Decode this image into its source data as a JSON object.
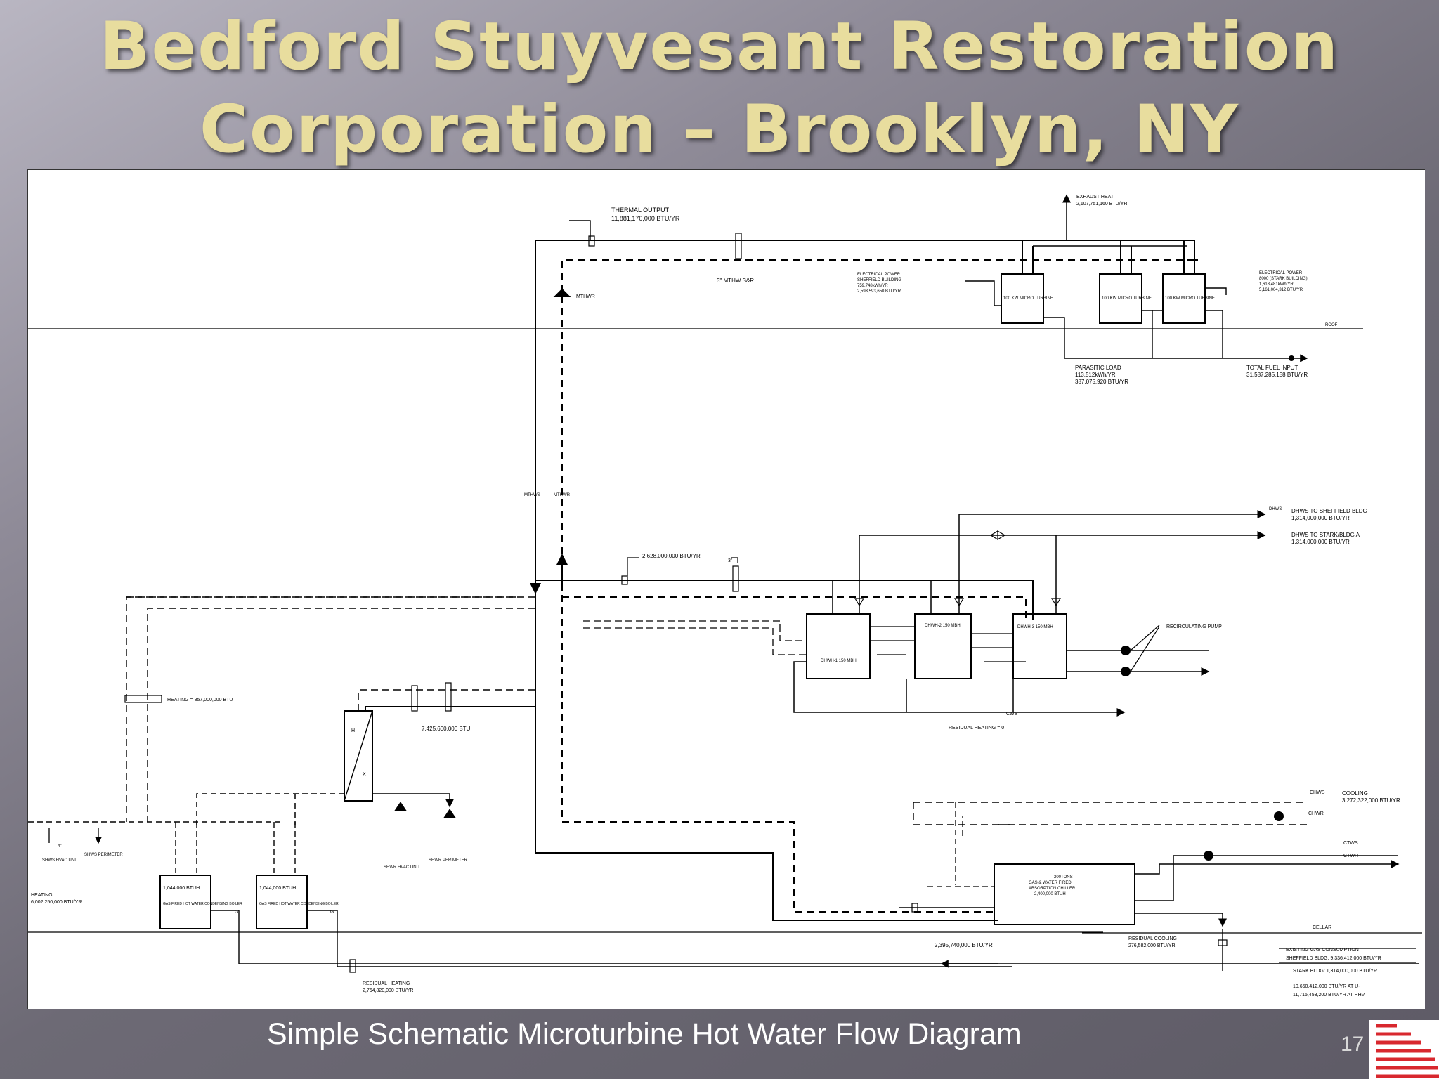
{
  "slide": {
    "title_line1": "Bedford Stuyvesant Restoration",
    "title_line2": "Corporation – Brooklyn, NY",
    "caption": "Simple Schematic Microturbine Hot Water Flow Diagram",
    "page_number": "17"
  },
  "diagram": {
    "thermal_output": "THERMAL OUTPUT",
    "thermal_output_value": "11,881,170,000 BTU/YR",
    "exhaust_heat": "EXHAUST HEAT",
    "exhaust_heat_value": "2,107,751,160 BTU/YR",
    "mthw_label": "3\" MTHW S&R",
    "mthwr": "MTHWR",
    "elec_sheffield_1": "ELECTRICAL POWER",
    "elec_sheffield_2": "SHEFFIELD BUILDING",
    "elec_sheffield_3": "759,748kWh/YR",
    "elec_sheffield_4": "2,593,593,650 BTU/YR",
    "elec_stark_1": "ELECTRICAL POWER",
    "elec_stark_2": "8000 (STARK BUILDING)",
    "elec_stark_3": "1,618,481kWh/YR",
    "elec_stark_4": "5,161,004,312 BTU/YR",
    "roof": "ROOF",
    "parasitic_1": "PARASITIC LOAD",
    "parasitic_2": "113,512kWh/YR",
    "parasitic_3": "387,075,920 BTU/YR",
    "fuel_1": "TOTAL FUEL INPUT",
    "fuel_2": "31,587,285,158 BTU/YR",
    "turbine_1": "100 KW MICRO TURBINE",
    "turbine_2": "100 KW MICRO TURBINE",
    "turbine_3": "100 KW MICRO TURBINE",
    "mthws": "MTHWS",
    "mthwr2": "MTHWR",
    "dhws": "DHWS",
    "dhws_sheffield_1": "DHWS TO SHEFFIELD BLDG",
    "dhws_sheffield_2": "1,314,000,000 BTU/YR",
    "dhws_stark_1": "DHWS TO STARK/BLDG A",
    "dhws_stark_2": "1,314,000,000 BTU/YR",
    "flow_2628": "2,628,000,000 BTU/YR",
    "three_in": "3\"",
    "dhwh_1": "DHWH-1 150 MBH",
    "dhwh_2": "DHWH-2 150 MBH",
    "dhwh_3": "DHWH-3 150 MBH",
    "recirc_pump": "RECIRCULATING PUMP",
    "cws": "CWS",
    "residual_heating_0": "RESIDUAL HEATING = 0",
    "heating_857": "HEATING = 857,000,000 BTU",
    "hx_h": "H",
    "hx_x": "X",
    "flow_7425": "7,425,600,000 BTU",
    "shws_hvac": "SHWS HVAC UNIT",
    "shws_perimeter": "SHWS PERIMETER",
    "shwr_hvac": "SHWR HVAC UNIT",
    "shwr_perimeter": "SHWR PERIMETER",
    "four_in": "4\"",
    "heating_total_1": "HEATING",
    "heating_total_2": "6,002,250,000 BTU/YR",
    "boiler_1_rating": "1,044,000 BTUH",
    "boiler_1_name": "GAS FIRED HOT WATER CONDENSING BOILER",
    "boiler_2_rating": "1,044,000 BTUH",
    "boiler_2_name": "GAS FIRED HOT WATER CONDENSING BOILER",
    "residual_heating_1": "RESIDUAL HEATING",
    "residual_heating_2": "2,764,820,000 BTU/YR",
    "chws": "CHWS",
    "chwr": "CHWR",
    "cooling_1": "COOLING",
    "cooling_2": "3,272,322,000 BTU/YR",
    "ctws": "CTWS",
    "ctwr": "CTWR",
    "chiller_1": "200TONS",
    "chiller_2": "GAS & WATER FIRED",
    "chiller_3": "ABSORPTION CHILLER",
    "chiller_4": "2,400,000 BTUH",
    "cellar": "CELLAR",
    "flow_2395": "2,395,740,000 BTU/YR",
    "residual_cooling_1": "RESIDUAL COOLING",
    "residual_cooling_2": "276,582,000 BTU/YR",
    "existing_gas_1": "EXISTING GAS CONSUMPTION",
    "existing_gas_2": "SHEFFIELD BLDG: 9,336,412,000 BTU/YR",
    "existing_gas_3": "STARK BLDG: 1,314,000,000 BTU/YR",
    "existing_gas_4": "10,650,412,000 BTU/YR AT U-",
    "existing_gas_5": "11,715,453,200 BTU/YR AT HHV",
    "g": "G"
  }
}
